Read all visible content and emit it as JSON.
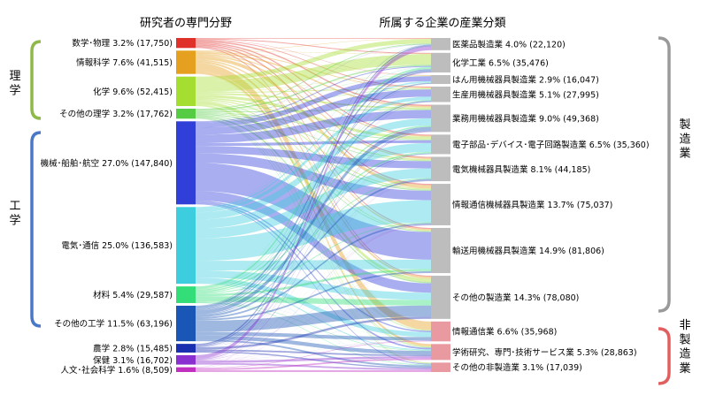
{
  "headers": {
    "left": "研究者の専門分野",
    "right": "所属する企業の産業分類"
  },
  "groups": {
    "left": [
      {
        "label": "理学",
        "color": "#8fba4a"
      },
      {
        "label": "工学",
        "color": "#4a78c8"
      }
    ],
    "right": [
      {
        "label": "製造業",
        "color": "#9a9a9a"
      },
      {
        "label": "非製造業",
        "color": "#e06060"
      }
    ]
  },
  "chart_data": {
    "type": "sankey",
    "source_nodes": [
      {
        "label": "数学･物理 3.2% (17,750)",
        "value": 17750,
        "color": "#e0302a"
      },
      {
        "label": "情報科学 7.6% (41,515)",
        "value": 41515,
        "color": "#e5a020"
      },
      {
        "label": "化学 9.6% (52,415)",
        "value": 52415,
        "color": "#a5dd30"
      },
      {
        "label": "その他の理学 3.2% (17,762)",
        "value": 17762,
        "color": "#55cc44"
      },
      {
        "label": "機械･船舶･航空 27.0% (147,840)",
        "value": 147840,
        "color": "#2f3fd8"
      },
      {
        "label": "電気･通信 25.0% (136,583)",
        "value": 136583,
        "color": "#3ccede"
      },
      {
        "label": "材料 5.4% (29,587)",
        "value": 29587,
        "color": "#33dd77"
      },
      {
        "label": "その他の工学 11.5% (63,196)",
        "value": 63196,
        "color": "#1a56b5"
      },
      {
        "label": "農学 2.8% (15,485)",
        "value": 15485,
        "color": "#1a2fb0"
      },
      {
        "label": "保健 3.1% (16,702)",
        "value": 16702,
        "color": "#8a2fd0"
      },
      {
        "label": "人文･社会科学 1.6% (8,509)",
        "value": 8509,
        "color": "#c02fc0"
      }
    ],
    "target_nodes": [
      {
        "label": "医薬品製造業 4.0% (22,120)",
        "value": 22120,
        "color": "#bdbdbd"
      },
      {
        "label": "化学工業 6.5% (35,476)",
        "value": 35476,
        "color": "#bdbdbd"
      },
      {
        "label": "はん用機械器具製造業 2.9% (16,047)",
        "value": 16047,
        "color": "#bdbdbd"
      },
      {
        "label": "生産用機械器具製造業 5.1% (27,995)",
        "value": 27995,
        "color": "#bdbdbd"
      },
      {
        "label": "業務用機械器具製造業 9.0% (49,368)",
        "value": 49368,
        "color": "#bdbdbd"
      },
      {
        "label": "電子部品･デバイス･電子回路製造業 6.5% (35,360)",
        "value": 35360,
        "color": "#bdbdbd"
      },
      {
        "label": "電気機械器具製造業 8.1% (44,185)",
        "value": 44185,
        "color": "#bdbdbd"
      },
      {
        "label": "情報通信機械器具製造業 13.7% (75,037)",
        "value": 75037,
        "color": "#bdbdbd"
      },
      {
        "label": "輸送用機械器具製造業 14.9% (81,806)",
        "value": 81806,
        "color": "#bdbdbd"
      },
      {
        "label": "その他の製造業 14.3% (78,080)",
        "value": 78080,
        "color": "#bdbdbd"
      },
      {
        "label": "情報通信業 6.6% (35,968)",
        "value": 35968,
        "color": "#e89aa0"
      },
      {
        "label": "学術研究、専門･技術サービス業 5.3% (28,863)",
        "value": 28863,
        "color": "#e89aa0"
      },
      {
        "label": "その他の非製造業 3.1% (17,039)",
        "value": 17039,
        "color": "#e89aa0"
      }
    ],
    "flows": [
      [
        1200,
        1500,
        600,
        1500,
        2500,
        2000,
        2000,
        2500,
        1950,
        1700,
        200,
        100,
        0
      ],
      [
        600,
        700,
        400,
        1400,
        2500,
        1800,
        2300,
        6000,
        2500,
        3500,
        15000,
        4500,
        315
      ],
      [
        8000,
        19000,
        700,
        1500,
        3000,
        5000,
        2500,
        2000,
        1500,
        6000,
        800,
        1500,
        915
      ],
      [
        1500,
        2500,
        300,
        700,
        1500,
        1400,
        1200,
        2000,
        1500,
        2500,
        800,
        1000,
        862
      ],
      [
        400,
        1500,
        9000,
        13000,
        15000,
        5000,
        13000,
        17000,
        50000,
        17000,
        2500,
        3000,
        1440
      ],
      [
        200,
        600,
        2500,
        6000,
        13000,
        16000,
        17500,
        40000,
        17000,
        13000,
        8500,
        1800,
        483
      ],
      [
        300,
        3500,
        500,
        1200,
        2500,
        2500,
        1500,
        1500,
        4000,
        10000,
        200,
        1000,
        887
      ],
      [
        800,
        4000,
        1500,
        2000,
        7500,
        1300,
        3500,
        3000,
        3000,
        20000,
        6500,
        7000,
        3096
      ],
      [
        2500,
        1500,
        200,
        300,
        800,
        200,
        200,
        200,
        200,
        4000,
        100,
        3000,
        2285
      ],
      [
        6500,
        300,
        300,
        200,
        1000,
        100,
        200,
        500,
        100,
        200,
        300,
        4002,
        3000
      ],
      [
        100,
        300,
        0,
        100,
        0,
        0,
        200,
        300,
        100,
        0,
        1000,
        3000,
        3409
      ]
    ]
  }
}
